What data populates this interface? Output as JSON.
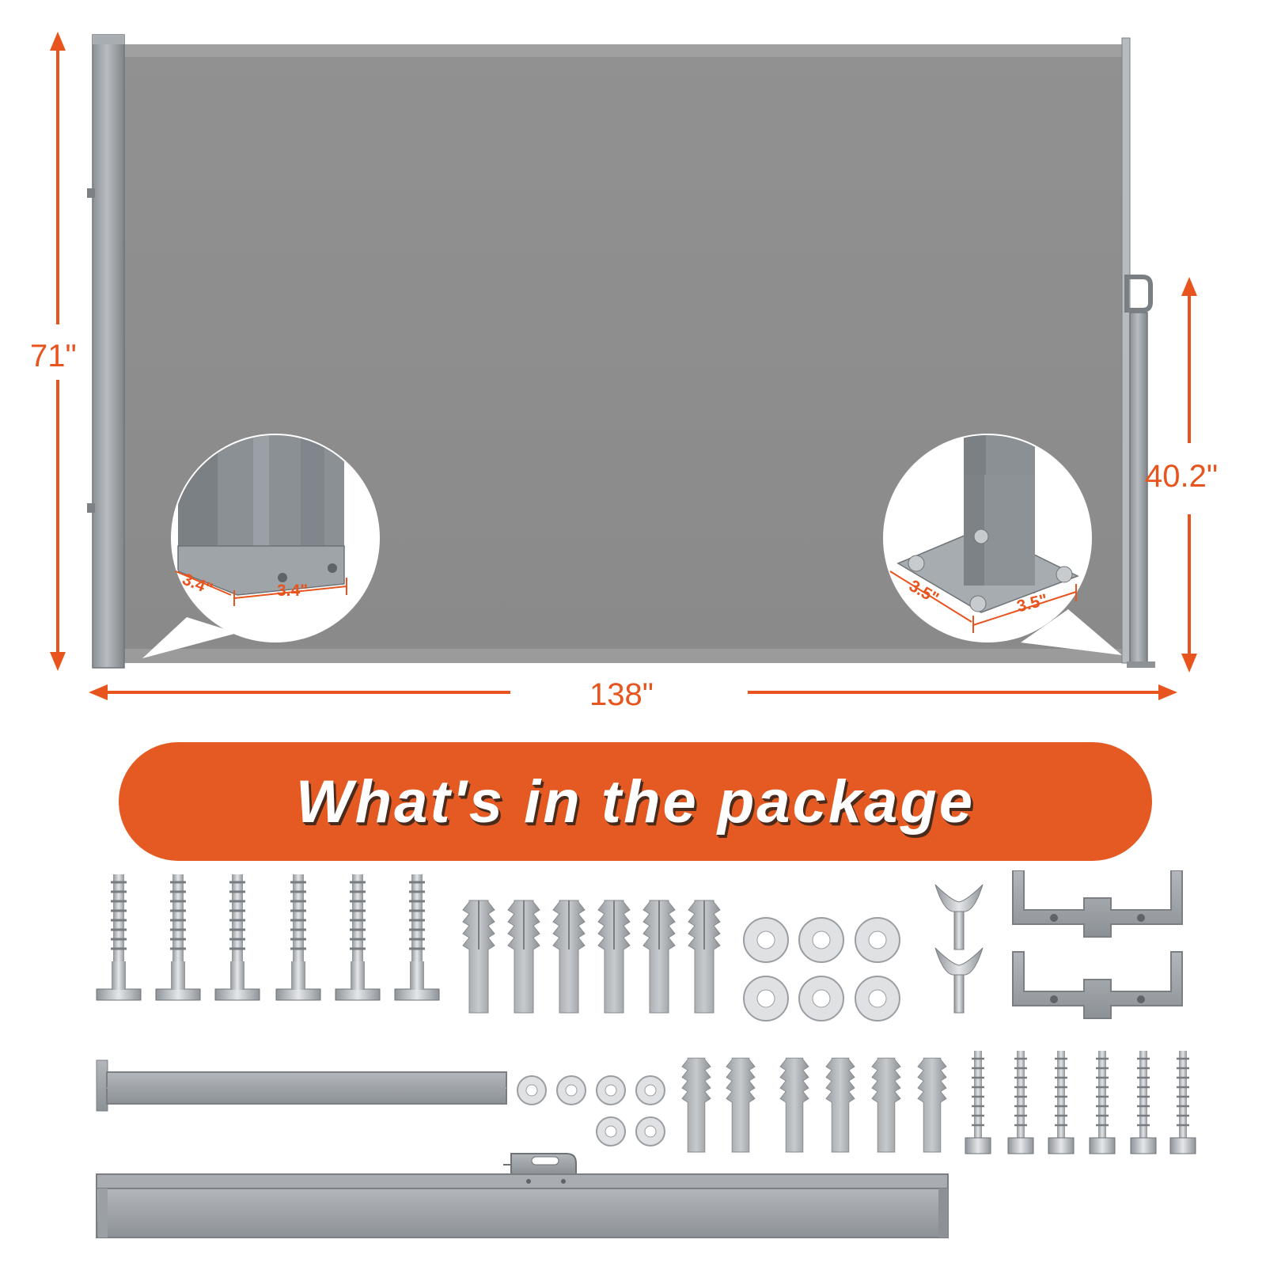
{
  "dimensions": {
    "height": "71\"",
    "width": "138\"",
    "pole_height": "40.2\"",
    "left_base_depth": "3.4\"",
    "left_base_width": "3.4\"",
    "right_base_depth": "3.5\"",
    "right_base_width": "3.5\""
  },
  "banner": {
    "title": "What's in the package"
  },
  "colors": {
    "accent": "#e8541e",
    "banner": "#e55a22",
    "fabric": "#8e8e8e",
    "frame": "#9da2a6"
  },
  "package_items": [
    {
      "name": "lag-screw",
      "count": 6
    },
    {
      "name": "wall-anchor",
      "count": 6
    },
    {
      "name": "flat-washer",
      "count": 6
    },
    {
      "name": "wing-bolt",
      "count": 2
    },
    {
      "name": "u-bracket",
      "count": 2
    },
    {
      "name": "support-arm",
      "count": 1
    },
    {
      "name": "small-washer",
      "count": 6
    },
    {
      "name": "small-anchor",
      "count": 6
    },
    {
      "name": "small-screw",
      "count": 6
    },
    {
      "name": "cassette-housing",
      "count": 1
    }
  ]
}
